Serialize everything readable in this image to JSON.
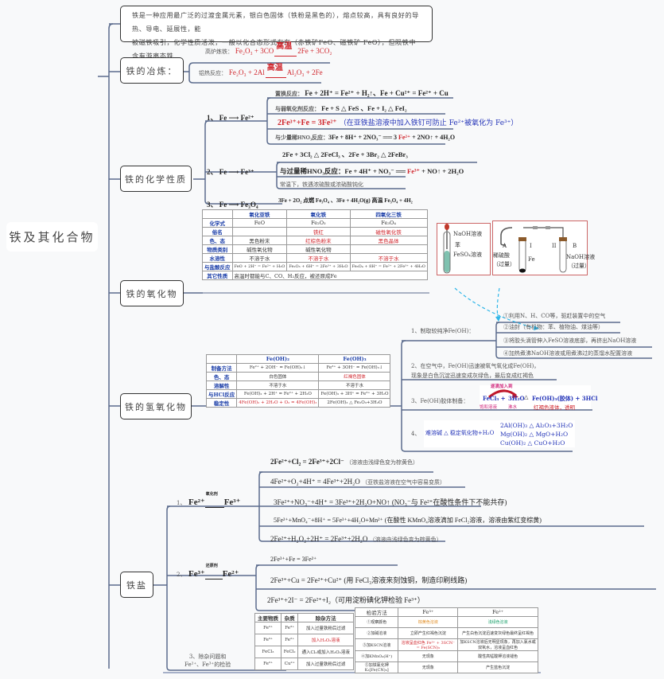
{
  "root": {
    "title": "铁及其化合物"
  },
  "intro": {
    "line1": "铁是一种应用最广泛的过渡金属元素，银白色固体（铁粉是黑色的），熔点较高，具有良好的导热、导电、延展性，能",
    "line2": "被磁铁吸引，化学性质活泼，一般以化合态形式存在（赤铁矿FeO、磁铁矿 FeO），但陨铁中含有游离态铁"
  },
  "smelting": {
    "title": "铁的冶炼：",
    "blast_label": "高炉炼铁：",
    "blast_eq": "Fe₂O₃ + 3CO",
    "blast_cond": "高温",
    "blast_prod": "2Fe + 3CO₂",
    "thermite_label": "铝热反应：",
    "thermite_eq": "Fe₂O₃ + 2Al",
    "thermite_cond": "高温",
    "thermite_prod": "Al₂O₃ + 2Fe"
  },
  "chem": {
    "title": "铁的化学性质",
    "b1": {
      "label": "1、 Fe ⟶ Fe²⁺",
      "r1_label": "置换反应：",
      "r1": "Fe + 2H⁺ = Fe²⁺ + H₂↑、Fe + Cu²⁺ = Fe²⁺ + Cu",
      "r2_label": "与弱氧化剂反应：",
      "r2": "Fe + S △ FeS 、Fe + I₂ △ FeI₂",
      "r3_eq": "2Fe³⁺+Fe = 3Fe²⁺",
      "r3_note": "（在亚铁盐溶液中加入铁钉可防止 Fe²⁺被氧化为 Fe³⁺）",
      "r4_label": "与少量稀HNO₃反应：",
      "r4_a": "3Fe + 8H⁺ + 2NO₃⁻ ══ 3 ",
      "r4_red": "Fe²⁺",
      "r4_b": " + 2NO↑ + 4H₂O"
    },
    "b2": {
      "label": "2、 Fe ⟶ Fe³⁺",
      "r1": "2Fe + 3Cl₂ △ 2FeCl₃ 、2Fe + 3Br₂ △ 2FeBr₃",
      "r2_label": "与过量稀HNO₃反应：",
      "r2_a": "Fe + 4H⁺ + NO₃⁻ ══ ",
      "r2_red": "Fe³⁺",
      "r2_b": " + NO↑ + 2H₂O",
      "r3": "常温下，铁遇浓硫酸或浓硝酸钝化"
    },
    "b3": {
      "label": "3、 Fe ⟶ Fe₃O₄",
      "r1": "3Fe + 2O₂ 点燃 Fe₃O₄ 、3Fe + 4H₂O(g) 高温 Fe₃O₄ + 4H₂"
    }
  },
  "oxides": {
    "title": "铁的氧化物",
    "headers": [
      "",
      "氧化亚铁",
      "氧化铁",
      "四氧化三铁"
    ],
    "rows": [
      {
        "k": "化学式",
        "v": [
          "FeO",
          "Fe₂O₃",
          "Fe₃O₄"
        ]
      },
      {
        "k": "俗名",
        "v": [
          "",
          "铁红",
          "磁性氧化铁"
        ]
      },
      {
        "k": "色、态",
        "v": [
          "黑色粉末",
          "红棕色粉末",
          "黑色晶体"
        ]
      },
      {
        "k": "物质类别",
        "v": [
          "碱性氧化物",
          "碱性氧化物",
          ""
        ]
      },
      {
        "k": "水溶性",
        "v": [
          "不溶于水",
          "不溶于水",
          "不溶于水"
        ]
      },
      {
        "k": "与盐酸反应",
        "v": [
          "FeO + 2H⁺ = Fe²⁺ + H₂O",
          "Fe₂O₃ + 6H⁺ = 2Fe³⁺ + 3H₂O",
          "Fe₃O₄ + 8H⁺ = Fe²⁺ + 2Fe³⁺ + 4H₂O"
        ]
      },
      {
        "k": "其它性质",
        "v": [
          "高温时都能与C、CO、H₂反应，被还原成Fe"
        ]
      }
    ]
  },
  "apparatus": {
    "left": [
      "NaOH溶液",
      "苯",
      "FeSO₄溶液"
    ],
    "right": [
      "A",
      "I",
      "II",
      "B",
      "稀硫酸",
      "（过量）",
      "Fe",
      "NaOH溶液",
      "（过量）"
    ]
  },
  "hydroxides": {
    "title": "铁的氢氧化物",
    "headers": [
      "",
      "Fe(OH)₂",
      "Fe(OH)₃"
    ],
    "rows": [
      {
        "k": "制备方法",
        "v": [
          "Fe²⁺ + 2OH⁻ = Fe(OH)₂↓",
          "Fe³⁺ + 3OH⁻ = Fe(OH)₃↓"
        ]
      },
      {
        "k": "色、态",
        "v": [
          "白色固体",
          "红褐色固体"
        ]
      },
      {
        "k": "溶解性",
        "v": [
          "不溶于水",
          "不溶于水"
        ]
      },
      {
        "k": "与HCl反应",
        "v": [
          "Fe(OH)₂ + 2H⁺ = Fe²⁺ + 2H₂O",
          "Fe(OH)₃ + 3H⁺ = Fe³⁺ + 3H₂O"
        ]
      },
      {
        "k": "稳定性",
        "v": [
          "4Fe(OH)₂ + 2H₂O + O₂ = 4Fe(OH)₃",
          "2Fe(OH)₃ △ Fe₂O₃+3H₂O"
        ]
      }
    ],
    "p1": {
      "label": "1、制取较纯净Fe(OH)：",
      "items": [
        "①利用N、H、CO等，驱赶装置中的空气",
        "②油封（有机物：苯、植物油、煤油等）",
        "③将胶头滴管伸入FeSO溶液底部，再挤出NaOH溶液",
        "④加热煮沸NaOH溶液或用煮沸过的蒸馏水配置溶液"
      ]
    },
    "p2": {
      "line1": "2、在空气中，Fe(OH)迅速被氧气氧化成Fe(OH)，",
      "line2": "现象是白色沉淀迅速变成灰绿色，最后变成红褐色"
    },
    "p3": {
      "label": "3、Fe(OH)胶体制备：",
      "top": "逐滴加入到",
      "a": "FeCl₃ +",
      "b": "3H₂O",
      "c": "Fe(OH)₃(胶体) + 3HCl",
      "a_sub": "饱和溶液",
      "b_sub": "沸水",
      "c_sub": "红褐色液体，透明"
    },
    "p4": {
      "label": "4、",
      "main": "难溶碱 △ 稳定氧化物+H₂O",
      "eqs": [
        "2Al(OH)₃ △ Al₂O₃+3H₂O",
        "Mg(OH)₂ △ MgO+H₂O",
        "Cu(OH)₂ △ CuO+H₂O"
      ]
    }
  },
  "salts": {
    "title": "铁盐",
    "b1": {
      "label_a": "1、",
      "label_b": "Fe²⁺",
      "cond": "氧化剂",
      "label_c": "Fe³⁺",
      "r1": "2Fe²⁺+Cl₂ = 2Fe³⁺+2Cl⁻",
      "r1_note": "（溶液由浅绿色变为棕黄色）",
      "r2": "4Fe²⁺+O₂+4H⁺ = 4Fe³⁺+2H₂O",
      "r2_note": "（亚铁盐溶液在空气中容易变质）",
      "r3": "3Fe²⁺+NO₃⁻+4H⁺ = 3Fe³⁺+2H₂O+NO↑",
      "r3_note": "(NO₃⁻与 Fe²⁺在酸性条件下不能共存)",
      "r4": "5Fe²⁺+MnO₄⁻+8H⁺ = 5Fe³⁺+4H₂O+Mn²⁺",
      "r4_note": "(在酸性 KMnO₄溶液滴加 FeCl₂溶液，溶液由紫红变棕黄)",
      "r5": "2Fe²⁺+H₂O₂+2H⁺ = 2Fe³⁺+2H₂O",
      "r5_note": "（溶液由浅绿色变为棕黄色）"
    },
    "b2": {
      "label_a": "2、",
      "label_b": "Fe³⁺",
      "cond": "还原剂",
      "label_c": "Fe²⁺",
      "r1": "2Fe³⁺+Fe = 3Fe²⁺",
      "r2": "2Fe³⁺+Cu = 2Fe²⁺+Cu²⁺",
      "r2_note": "(用 FeCl₃溶液来刻蚀铜，制造印刷线路)",
      "r3": "2Fe³⁺+2I⁻ = 2Fe²⁺+I₂",
      "r3_note": "（可用淀粉碘化钾检验 Fe³⁺）"
    },
    "b3": {
      "label1": "3、除杂问题和",
      "label2": "Fe²⁺、Fe³⁺的检验",
      "impurity_headers": [
        "主要物质",
        "杂质",
        "除杂方法"
      ],
      "impurity_rows": [
        [
          "Fe²⁺",
          "Fe³⁺",
          "加入过量铁粉后过滤"
        ],
        [
          "Fe³⁺",
          "Fe²⁺",
          "加入H₂O₂溶液"
        ],
        [
          "FeCl₃",
          "FeCl₂",
          "通入Cl₂或加入H₂O₂溶液"
        ],
        [
          "Fe²⁺",
          "Cu²⁺",
          "加入过量铁粉后过滤"
        ]
      ],
      "test_headers": [
        "检验方法",
        "Fe³⁺",
        "Fe²⁺"
      ],
      "test_rows": [
        [
          "①观察颜色",
          "棕黄色溶液",
          "浅绿色溶液"
        ],
        [
          "②加碱溶液",
          "立即产生红褐色沉淀",
          "产生白色沉淀迅速变灰绿色最终呈红褐色"
        ],
        [
          "③加KSCN溶液",
          "溶液呈血红色 Fe³⁺ + 3SCN⁻ = Fe(SCN)₃",
          "加KSCN溶液后无明显现象，再加入氯水或双氧水，溶液呈血红色"
        ],
        [
          "④加KMnO₄(H⁺)",
          "无现象",
          "酸性高锰酸钾溶液褪色"
        ],
        [
          "⑤加铁氰化钾 K₃[Fe(CN)₆]",
          "无现象",
          "产生蓝色沉淀"
        ]
      ]
    }
  },
  "colors": {
    "line": "#5a6b8c",
    "red": "#d0242b",
    "blue": "#1b3ea8",
    "cyan": "#2fb6e8"
  }
}
